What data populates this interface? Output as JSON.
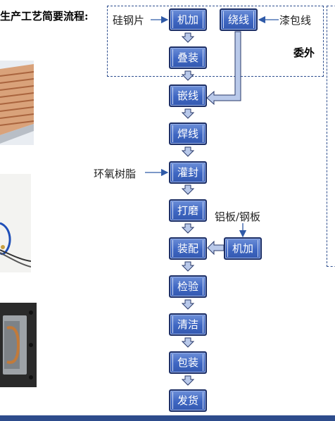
{
  "title": "生产工艺简要流程:",
  "flow_nodes": [
    {
      "id": "jijia1",
      "label": "机加"
    },
    {
      "id": "diezhuang",
      "label": "叠装"
    },
    {
      "id": "qianxian",
      "label": "嵌线"
    },
    {
      "id": "hanxian",
      "label": "焊线"
    },
    {
      "id": "guanfeng",
      "label": "灌封"
    },
    {
      "id": "damo",
      "label": "打磨"
    },
    {
      "id": "zhuangpei",
      "label": "装配"
    },
    {
      "id": "jianyan",
      "label": "检验"
    },
    {
      "id": "qingjie",
      "label": "清洁"
    },
    {
      "id": "baozhuang",
      "label": "包装"
    },
    {
      "id": "fahuo",
      "label": "发货"
    }
  ],
  "side_nodes": [
    {
      "id": "raoxian",
      "label": "绕线"
    },
    {
      "id": "jijia2",
      "label": "机加"
    }
  ],
  "inputs": {
    "silicon_steel": "硅钢片",
    "enamel_wire": "漆包线",
    "epoxy": "环氧树脂",
    "al_steel_plate": "铝板/钢板"
  },
  "outsourced_label": "委外",
  "colors": {
    "node_fill": "#3e66c2",
    "node_border": "#1d2f66",
    "arrow_fill": "#b9c9ea",
    "arrow_stroke": "#2a3a6a",
    "dash": "#2f4f8f",
    "bottom_bar": "#2d4c8c"
  }
}
